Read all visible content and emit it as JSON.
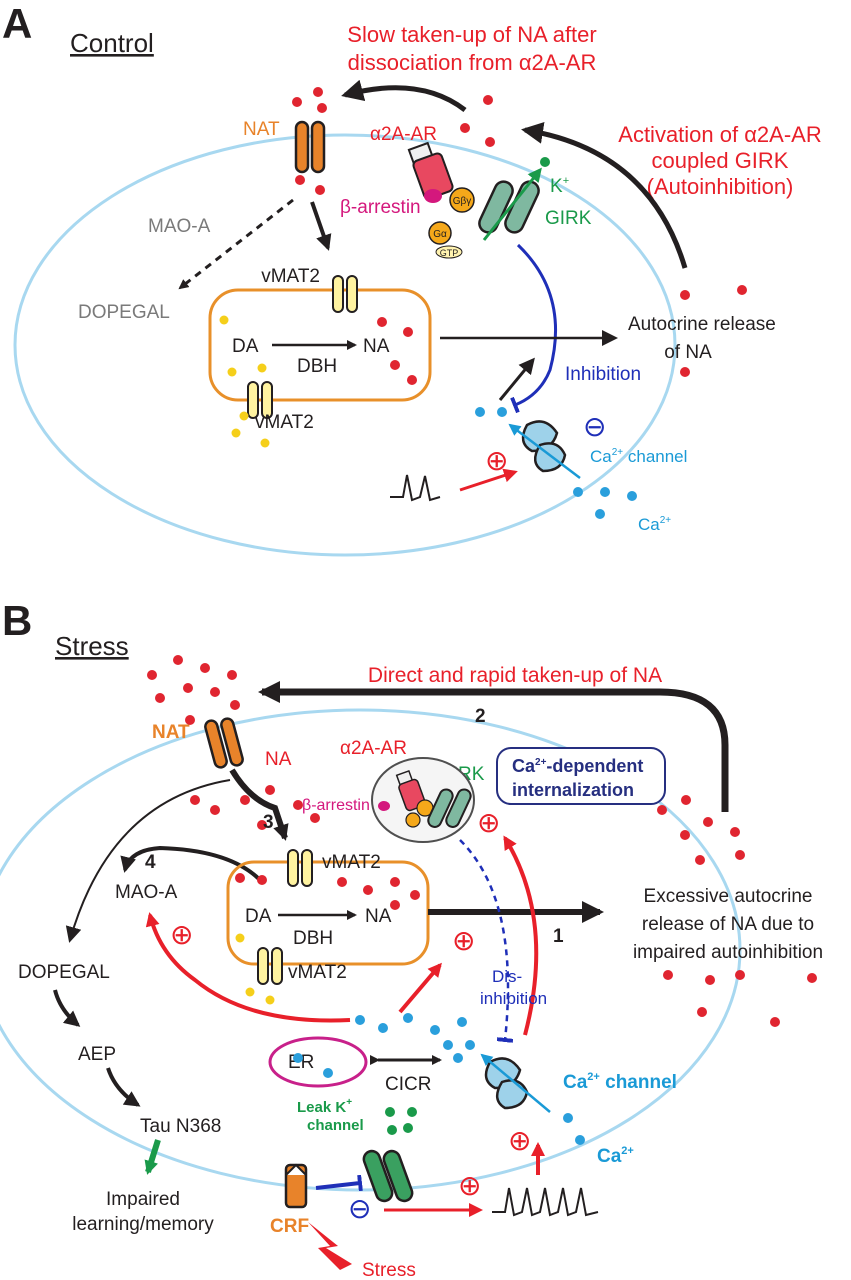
{
  "panelA": {
    "letter": "A",
    "title": "Control",
    "slow_uptake_l1": "Slow taken-up of NA after",
    "slow_uptake_l2": "dissociation from α2A-AR",
    "activation_l1": "Activation of α2A-AR",
    "activation_l2": "coupled GIRK",
    "activation_l3": "(Autoinhibition)",
    "nat": "NAT",
    "a2a": "α2A-AR",
    "k": "K",
    "k_sup": "+",
    "girk": "GIRK",
    "barrestin": "β-arrestin",
    "gby": "Gβγ",
    "ga": "Gα",
    "gtp": "GTP",
    "maoa": "MAO-A",
    "dopegal": "DOPEGAL",
    "vmat_top": "vMAT2",
    "vmat_bottom": "vMAT2",
    "da": "DA",
    "dbh": "DBH",
    "na": "NA",
    "autocrine_l1": "Autocrine release",
    "autocrine_l2": "of NA",
    "inhibition": "Inhibition",
    "minus": "⊖",
    "plus": "⊕",
    "ca_channel_pre": "Ca",
    "ca_channel_sup": "2+",
    "ca_channel_post": " channel",
    "ca_ion": "Ca",
    "ca_ion_sup": "2+"
  },
  "panelB": {
    "letter": "B",
    "title": "Stress",
    "direct_uptake": "Direct and rapid taken-up of NA",
    "num2": "2",
    "num3": "3",
    "num4": "4",
    "num1": "1",
    "nat": "NAT",
    "na": "NA",
    "a2a": "α2A-AR",
    "girk": "GIRK",
    "barrestin": "β-arrestin",
    "internal_l1_sup": "2+",
    "internal_l1_pre": "Ca",
    "internal_l1_post": "-dependent",
    "internal_l2": "internalization",
    "maoa": "MAO-A",
    "vmat_top": "vMAT2",
    "vmat_bottom": "vMAT2",
    "da": "DA",
    "dbh": "DBH",
    "na_vesicle": "NA",
    "excessive_l1": "Excessive autocrine",
    "excessive_l2": "release of NA due to",
    "excessive_l3": "impaired autoinhibition",
    "dopegal": "DOPEGAL",
    "aep": "AEP",
    "tau": "Tau N368",
    "impaired_l1": "Impaired",
    "impaired_l2": "learning/memory",
    "er": "ER",
    "cicr": "CICR",
    "dis_l1": "Dis-",
    "dis_l2": "inhibition",
    "ca_channel_pre": "Ca",
    "ca_channel_sup": "2+",
    "ca_channel_post": " channel",
    "ca_ion": "Ca",
    "ca_ion_sup": "2+",
    "leak_l1": "Leak K",
    "leak_sup": "+",
    "leak_l2": "channel",
    "crf": "CRF",
    "stress": "Stress",
    "plus": "⊕",
    "minus": "⊖"
  },
  "colors": {
    "membrane": "#a8d8f0",
    "vesicle": "#e8902a",
    "na_dot": "#e02530",
    "da_dot": "#f5cf1a",
    "ca_dot": "#2a9fdc",
    "red_arrow": "#e8202a",
    "blue_inhibit": "#1f2fb8"
  }
}
